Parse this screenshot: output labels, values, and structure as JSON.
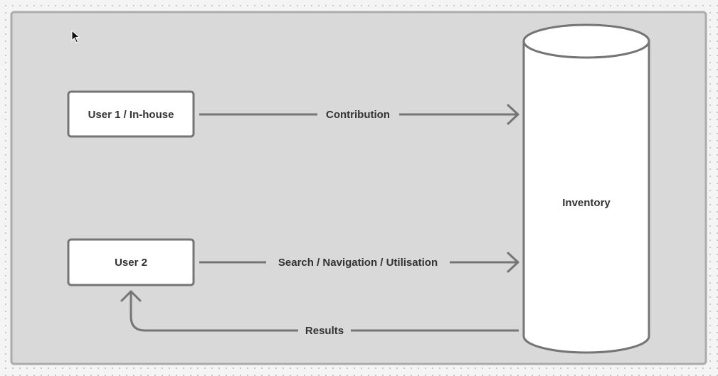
{
  "diagram": {
    "nodes": {
      "user1": {
        "label": "User 1 / In-house"
      },
      "user2": {
        "label": "User 2"
      },
      "inventory": {
        "label": "Inventory"
      }
    },
    "edges": {
      "contribution": {
        "label": "Contribution"
      },
      "search": {
        "label": "Search / Navigation / Utilisation"
      },
      "results": {
        "label": "Results"
      }
    }
  },
  "colors": {
    "canvas_background": "#f4f4f4",
    "frame_fill": "#d9d9d9",
    "frame_border": "#ababab",
    "node_fill": "#ffffff",
    "stroke": "#757575",
    "text": "#333333"
  },
  "icons": {
    "cursor": "mouse-pointer-icon"
  }
}
